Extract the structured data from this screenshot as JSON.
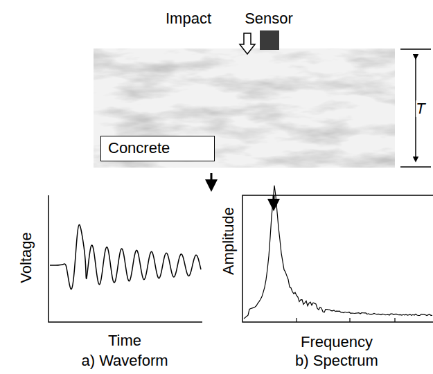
{
  "diagram": {
    "nodes": [
      {
        "text": [
          "Concrete"
        ]
      }
    ],
    "labels": [
      "Impact",
      "Sensor",
      "T",
      "Voltage",
      "Time",
      "a) Waveform",
      "Amplitude",
      "Frequency",
      "b) Spectrum"
    ]
  }
}
